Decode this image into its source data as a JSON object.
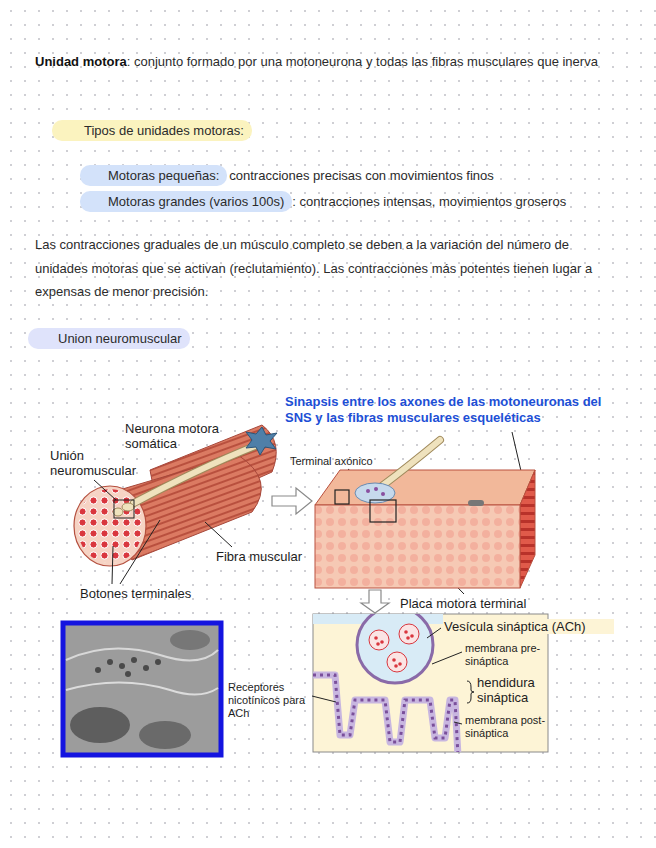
{
  "diagram": {
    "nodes": [
      {
        "text": [
          "Tipos de unidades motoras:"
        ]
      },
      {
        "text": [
          "Motoras pequeñas:"
        ]
      },
      {
        "text": [
          "Motoras grandes (varios 100s)"
        ]
      },
      {
        "text": [
          "Union neuromuscular"
        ]
      }
    ],
    "labels": [
      "Unidad motora",
      ": conjunto formado por una motoneurona y todas las fibras musculares que inerva",
      "contracciones precisas con movimientos finos",
      ": contracciones intensas, movimientos groseros",
      "Las contracciones graduales de un músculo completo se deben a la variación del número de unidades motoras que se activan (reclutamiento). Las contracciones más potentes tienen lugar a expensas de menor precisión.",
      "Sinapsis entre los axones de las motoneuronas del SNS y las fibras musculares esqueléticas",
      "Neurona motora somática",
      "Unión neuromuscular",
      "Terminal axónico",
      "Fibra muscular",
      "Botones terminales",
      "Placa motora terminal",
      "Vesícula sináptica (ACh)",
      "membrana pre-sináptica",
      "hendidura sináptica",
      "Receptores nicotínicos para ACh",
      "membrana post-sináptica"
    ]
  }
}
